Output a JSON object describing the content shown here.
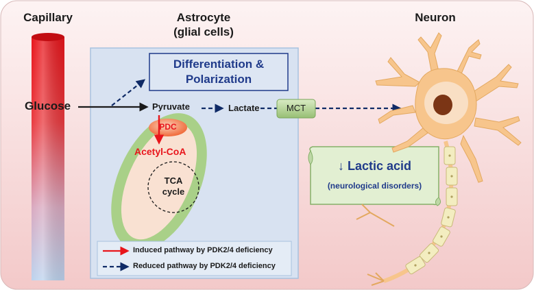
{
  "headers": {
    "capillary": "Capillary",
    "astrocyte": "Astrocyte",
    "astrocyte_sub": "(glial cells)",
    "neuron": "Neuron"
  },
  "labels": {
    "glucose": "Glucose",
    "differentiation_line1": "Differentiation &",
    "differentiation_line2": "Polarization",
    "pyruvate": "Pyruvate",
    "lactate": "Lactate",
    "mct": "MCT",
    "pdc": "PDC",
    "acetyl_coa": "Acetyl-CoA",
    "tca_line1": "TCA",
    "tca_line2": "cycle",
    "lactic_acid": "↓ Lactic acid",
    "neuro_disorders": "(neurological disorders)"
  },
  "legend": {
    "induced": "Induced pathway by PDK2/4 deficiency",
    "reduced": "Reduced pathway by PDK2/4 deficiency"
  },
  "colors": {
    "induced_arrow": "#e8151b",
    "reduced_arrow": "#0f2a66",
    "title_blue": "#1f3a8a",
    "acetyl_red": "#e8151b"
  }
}
